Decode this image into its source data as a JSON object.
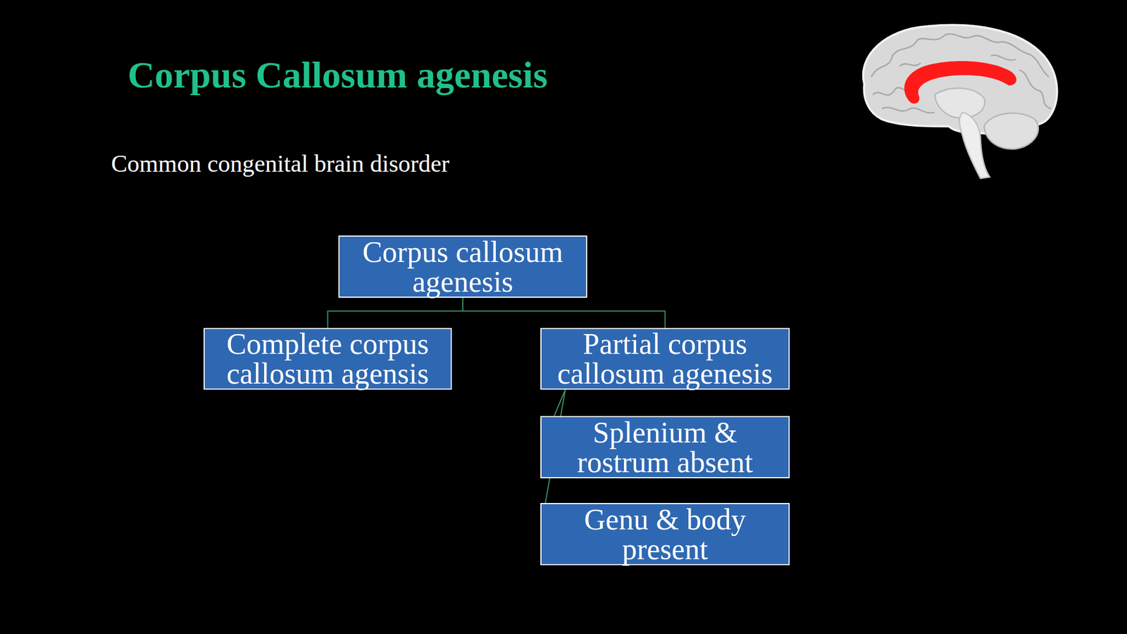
{
  "diagram": {
    "title": "Corpus Callosum agenesis",
    "nodes": [
      {
        "text": [
          "Corpus callosum agenesis"
        ]
      },
      {
        "text": [
          "Complete corpus callosum agensis"
        ]
      },
      {
        "text": [
          "Partial corpus callosum agenesis"
        ]
      },
      {
        "text": [
          "Splenium & rostrum absent"
        ]
      },
      {
        "text": [
          "Genu & body present"
        ]
      }
    ],
    "edges": [
      {
        "from": 0,
        "to": 1,
        "arrow": "none"
      },
      {
        "from": 0,
        "to": 2,
        "arrow": "none"
      },
      {
        "from": 2,
        "to": 3,
        "arrow": "none"
      },
      {
        "from": 2,
        "to": 4,
        "arrow": "none"
      }
    ],
    "labels": [
      "Common congenital brain disorder"
    ]
  }
}
